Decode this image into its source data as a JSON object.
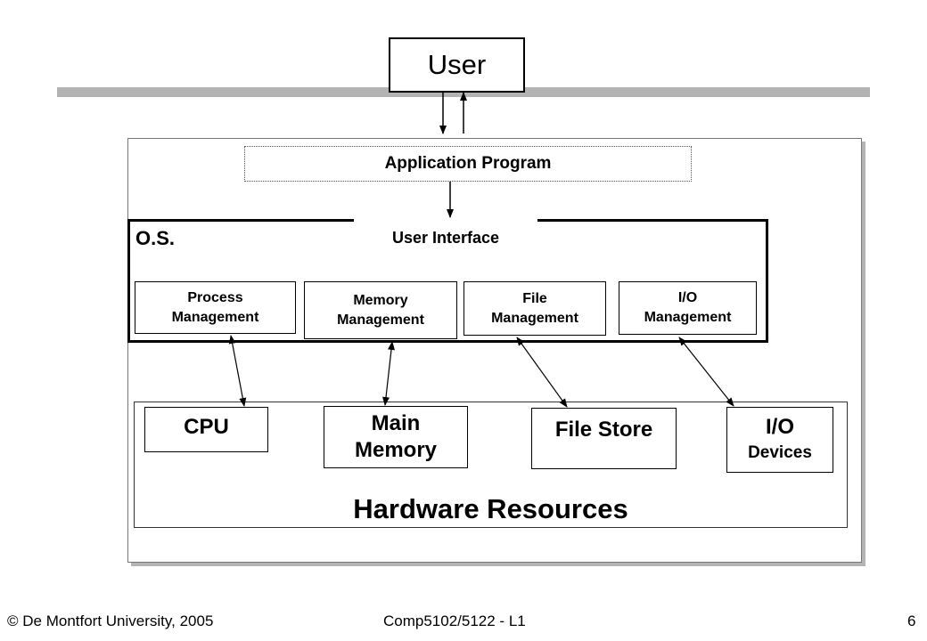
{
  "diagram": {
    "user": "User",
    "application_program": "Application Program",
    "user_interface": "User Interface",
    "os_label": "O.S.",
    "management": [
      {
        "line1": "Process",
        "line2": "Management"
      },
      {
        "line1": "Memory",
        "line2": "Management"
      },
      {
        "line1": "File",
        "line2": "Management"
      },
      {
        "line1": "I/O",
        "line2": "Management"
      }
    ],
    "hardware": {
      "cpu": "CPU",
      "main_memory_line1": "Main",
      "main_memory_line2": "Memory",
      "file_store": "File Store",
      "io_line1": "I/O",
      "io_line2": "Devices",
      "label": "Hardware Resources"
    }
  },
  "footer": {
    "copyright": "© De Montfort University, 2005",
    "course": "Comp5102/5122 - L1",
    "page_number": "6"
  },
  "colors": {
    "title_bar": "#b3b3b3",
    "shadow": "#b5b5b5"
  }
}
